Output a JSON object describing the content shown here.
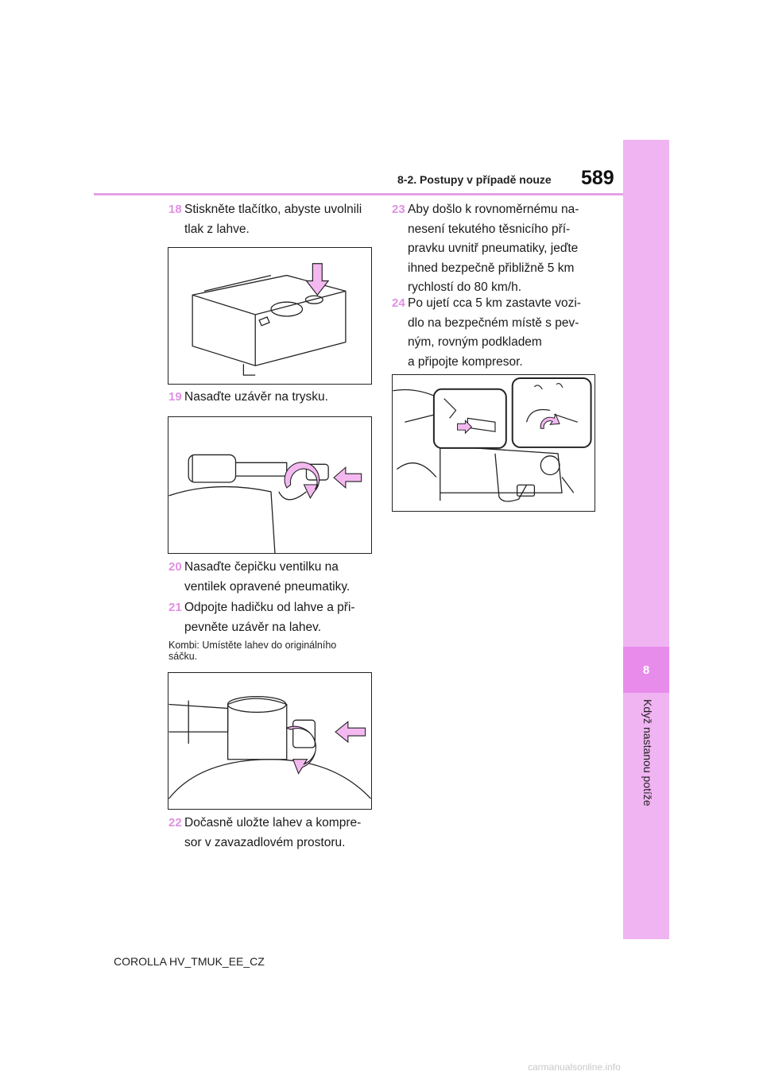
{
  "header": {
    "section": "8-2. Postupy v případě nouze",
    "page_number": "589"
  },
  "side_tab": {
    "chapter": "8",
    "label": "Když nastanou potíže"
  },
  "steps": [
    {
      "num": "18",
      "lines": [
        "Stiskněte tlačítko, abyste uvolnili",
        "tlak z lahve."
      ]
    },
    {
      "num": "19",
      "lines": [
        "Nasaďte uzávěr na trysku."
      ]
    },
    {
      "num": "20",
      "lines": [
        "Nasaďte čepičku ventilku na",
        "ventilek opravené pneumatiky."
      ]
    },
    {
      "num": "21",
      "lines": [
        "Odpojte hadičku od lahve a při-",
        "pevněte uzávěr na lahev."
      ]
    },
    {
      "num": "22",
      "lines": [
        "Dočasně uložte lahev a kompre-",
        "sor v zavazadlovém prostoru."
      ]
    },
    {
      "num": "23",
      "lines": [
        "Aby došlo k rovnoměrnému na-",
        "nesení tekutého těsnicího pří-",
        "pravku uvnitř pneumatiky, jeďte",
        "ihned bezpečně přibližně 5 km",
        "rychlostí do 80 km/h."
      ]
    },
    {
      "num": "24",
      "lines": [
        "Po ujetí cca 5 km zastavte vozi-",
        "dlo na bezpečném místě s pev-",
        "ným, rovným podkladem",
        "a připojte kompresor."
      ]
    }
  ],
  "note": [
    "Kombi: Umístěte lahev do originálního",
    "sáčku."
  ],
  "footer": "COROLLA HV_TMUK_EE_CZ",
  "watermark": "carmanualsonline.info",
  "colors": {
    "accent": "#e88cec",
    "accent_light": "#f0b4f2",
    "arrow_fill": "#f4b8f0"
  }
}
